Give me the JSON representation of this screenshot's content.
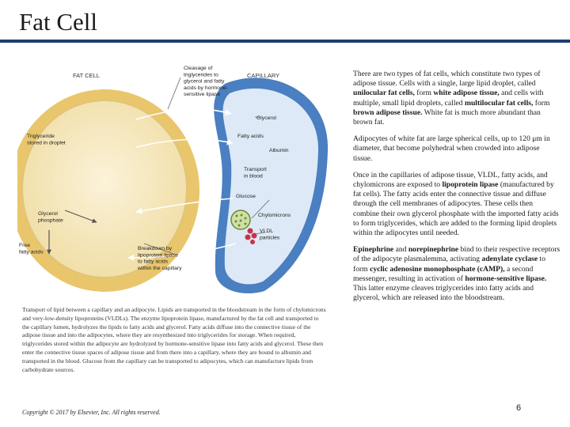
{
  "title": "Fat Cell",
  "figure": {
    "fat_cell_label": "FAT CELL",
    "capillary_label": "CAPILLARY",
    "triglyceride_lines": [
      "Triglyceride",
      "stored in droplet"
    ],
    "cleavage_lines": [
      "Cleavage of",
      "triglycerides to",
      "glycerol and fatty",
      "acids by hormone-",
      "sensitive lipase"
    ],
    "glycerol_phosphate_lines": [
      "Glycerol",
      "phosphate"
    ],
    "free_fatty_acids_lines": [
      "Free",
      "fatty acids"
    ],
    "breakdown_lines": [
      "Breakdown by",
      "lipoprotein lipase",
      "to fatty acids",
      "within the capillary"
    ],
    "glycerol": "Glycerol",
    "fatty_acids": "Fatty acids",
    "albumin": "Albumin",
    "transport_lines": [
      "Transport",
      "in blood"
    ],
    "glucose": "Glucose",
    "chylomicrons": "Chylomicrons",
    "vldl_lines": [
      "VLDL",
      "particles"
    ]
  },
  "caption": "Transport of lipid between a capillary and an adipocyte. Lipids are transported in the bloodstream in the form of chylomicrons and very-low-density lipoproteins (VLDLs). The enzyme lipoprotein lipase, manufactured by the fat cell and transported to the capillary lumen, hydrolyzes the lipids to fatty acids and glycerol. Fatty acids diffuse into the connective tissue of the adipose tissue and into the adipocytes, where they are resynthesized into triglycerides for storage. When required, triglycerides stored within the adipocyte are hydrolyzed by hormone-sensitive lipase into fatty acids and glycerol. These then enter the connective tissue spaces of adipose tissue and from there into a capillary, where they are bound to albumin and transported in the blood. Glucose from the capillary can be transported to adipocytes, which can manufacture lipids from carbohydrate sources.",
  "copyright": "Copyright © 2017 by Elsevier, Inc. All rights reserved.",
  "page_number": "6",
  "paragraphs": {
    "p1": {
      "a": "There are two types of fat cells, which constitute two types of adipose tissue. Cells with a single, large lipid droplet, called ",
      "b": "unilocular fat cells,",
      "c": " form ",
      "d": "white adipose tissue,",
      "e": " and cells with multiple, small lipid droplets, called ",
      "f": "multilocular fat cells,",
      "g": " form ",
      "h": "brown adipose tissue.",
      "i": " White fat is much more abundant than brown fat."
    },
    "p2": "Adipocytes of white fat are large spherical cells, up to 120 μm in diameter, that become polyhedral when crowded into adipose tissue.",
    "p3": {
      "a": "Once in the capillaries of adipose tissue, VLDL, fatty acids, and chylomicrons are exposed to ",
      "b": "lipoprotein lipase",
      "c": " (manufactured by fat cells). The fatty acids enter the connective tissue and diffuse through the cell membranes of adipocytes. These cells then combine their own glycerol phosphate with the imported fatty acids to form triglycerides, which are added to the forming lipid droplets within the adipocytes until needed."
    },
    "p4": {
      "a": "Epinephrine",
      "b": " and ",
      "c": "norepinephrine",
      "d": " bind to their respective receptors of the adipocyte plasmalemma, activating ",
      "e": "adenylate cyclase",
      "f": " to form ",
      "g": "cyclic adenosine monophosphate (cAMP),",
      "h": " a second messenger, resulting in activation of ",
      "i": "hormone-sensitive lipase.",
      "j": " This latter enzyme cleaves triglycerides into fatty acids and glycerol, which are released into the bloodstream."
    }
  },
  "colors": {
    "rule": "#1e3d6e",
    "fat_cell_fill": "#f4dc9a",
    "droplet_fill": "#f8eccb",
    "capillary_fill": "#4a7fc1",
    "lumen_fill": "#dde9f6",
    "vldl_red": "#c8324a"
  }
}
